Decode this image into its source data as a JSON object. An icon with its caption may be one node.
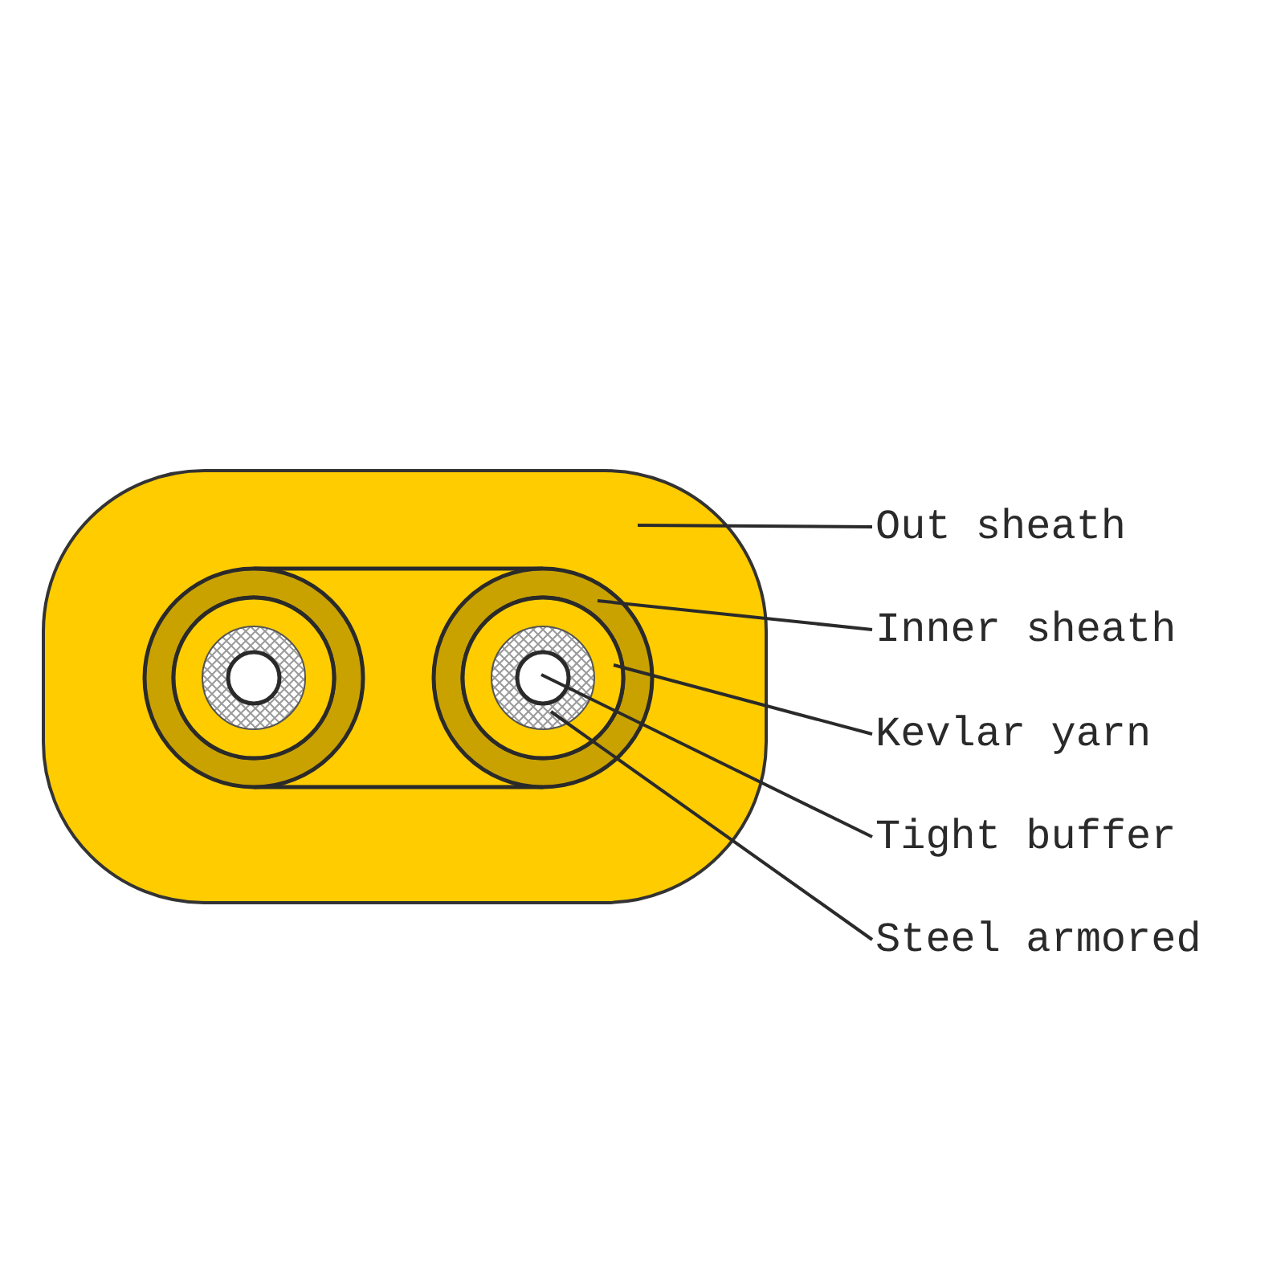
{
  "diagram": {
    "nodes": [
      {
        "text": [
          "Out sheath"
        ]
      },
      {
        "text": [
          "Inner sheath"
        ]
      },
      {
        "text": [
          "Kevlar yarn"
        ]
      },
      {
        "text": [
          "Tight buffer"
        ]
      },
      {
        "text": [
          "Steel armored"
        ]
      },
      {
        "text": [],
        "shape": "box"
      },
      {
        "text": [],
        "shape": "ring",
        "in": 5
      },
      {
        "text": [],
        "shape": "circle",
        "in": 6
      },
      {
        "text": [],
        "shape": "hatched-circle",
        "in": 7
      },
      {
        "text": [],
        "shape": "circle",
        "in": 8
      }
    ],
    "edges": [
      {
        "from": 0,
        "to": 5,
        "arrow": "none"
      },
      {
        "from": 1,
        "to": 6,
        "arrow": "none"
      },
      {
        "from": 2,
        "to": 7,
        "arrow": "none"
      },
      {
        "from": 3,
        "to": 9,
        "arrow": "none"
      },
      {
        "from": 4,
        "to": 8,
        "arrow": "none"
      }
    ]
  }
}
